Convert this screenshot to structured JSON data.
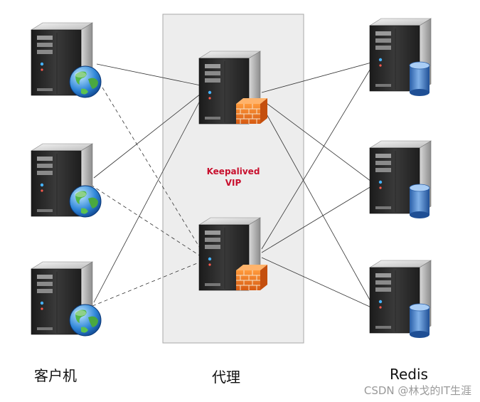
{
  "labels": {
    "clients": "客户机",
    "proxy": "代理",
    "redis": "Redis"
  },
  "vip": {
    "line1": "Keepalived",
    "line2": "VIP"
  },
  "watermark": "CSDN @林戈的IT生涯",
  "colors": {
    "proxy_panel": "#ededed",
    "vip_text": "#c8102e",
    "line": "#333333"
  },
  "nodes": {
    "clients": [
      {
        "name": "client-1",
        "icon": "globe-icon"
      },
      {
        "name": "client-2",
        "icon": "globe-icon"
      },
      {
        "name": "client-3",
        "icon": "globe-icon"
      }
    ],
    "proxies": [
      {
        "name": "proxy-1",
        "icon": "firewall-icon"
      },
      {
        "name": "proxy-2",
        "icon": "firewall-icon"
      }
    ],
    "redis": [
      {
        "name": "redis-1",
        "icon": "database-icon"
      },
      {
        "name": "redis-2",
        "icon": "database-icon"
      },
      {
        "name": "redis-3",
        "icon": "database-icon"
      }
    ]
  },
  "edges": {
    "solid": [
      [
        "client-1",
        "proxy-1"
      ],
      [
        "client-1",
        "proxy-2"
      ],
      [
        "client-2",
        "proxy-1"
      ],
      [
        "client-2",
        "proxy-2"
      ],
      [
        "client-3",
        "proxy-1"
      ],
      [
        "client-3",
        "proxy-2"
      ],
      [
        "proxy-1",
        "redis-1"
      ],
      [
        "proxy-1",
        "redis-2"
      ],
      [
        "proxy-1",
        "redis-3"
      ],
      [
        "proxy-2",
        "redis-1"
      ],
      [
        "proxy-2",
        "redis-2"
      ],
      [
        "proxy-2",
        "redis-3"
      ]
    ]
  }
}
